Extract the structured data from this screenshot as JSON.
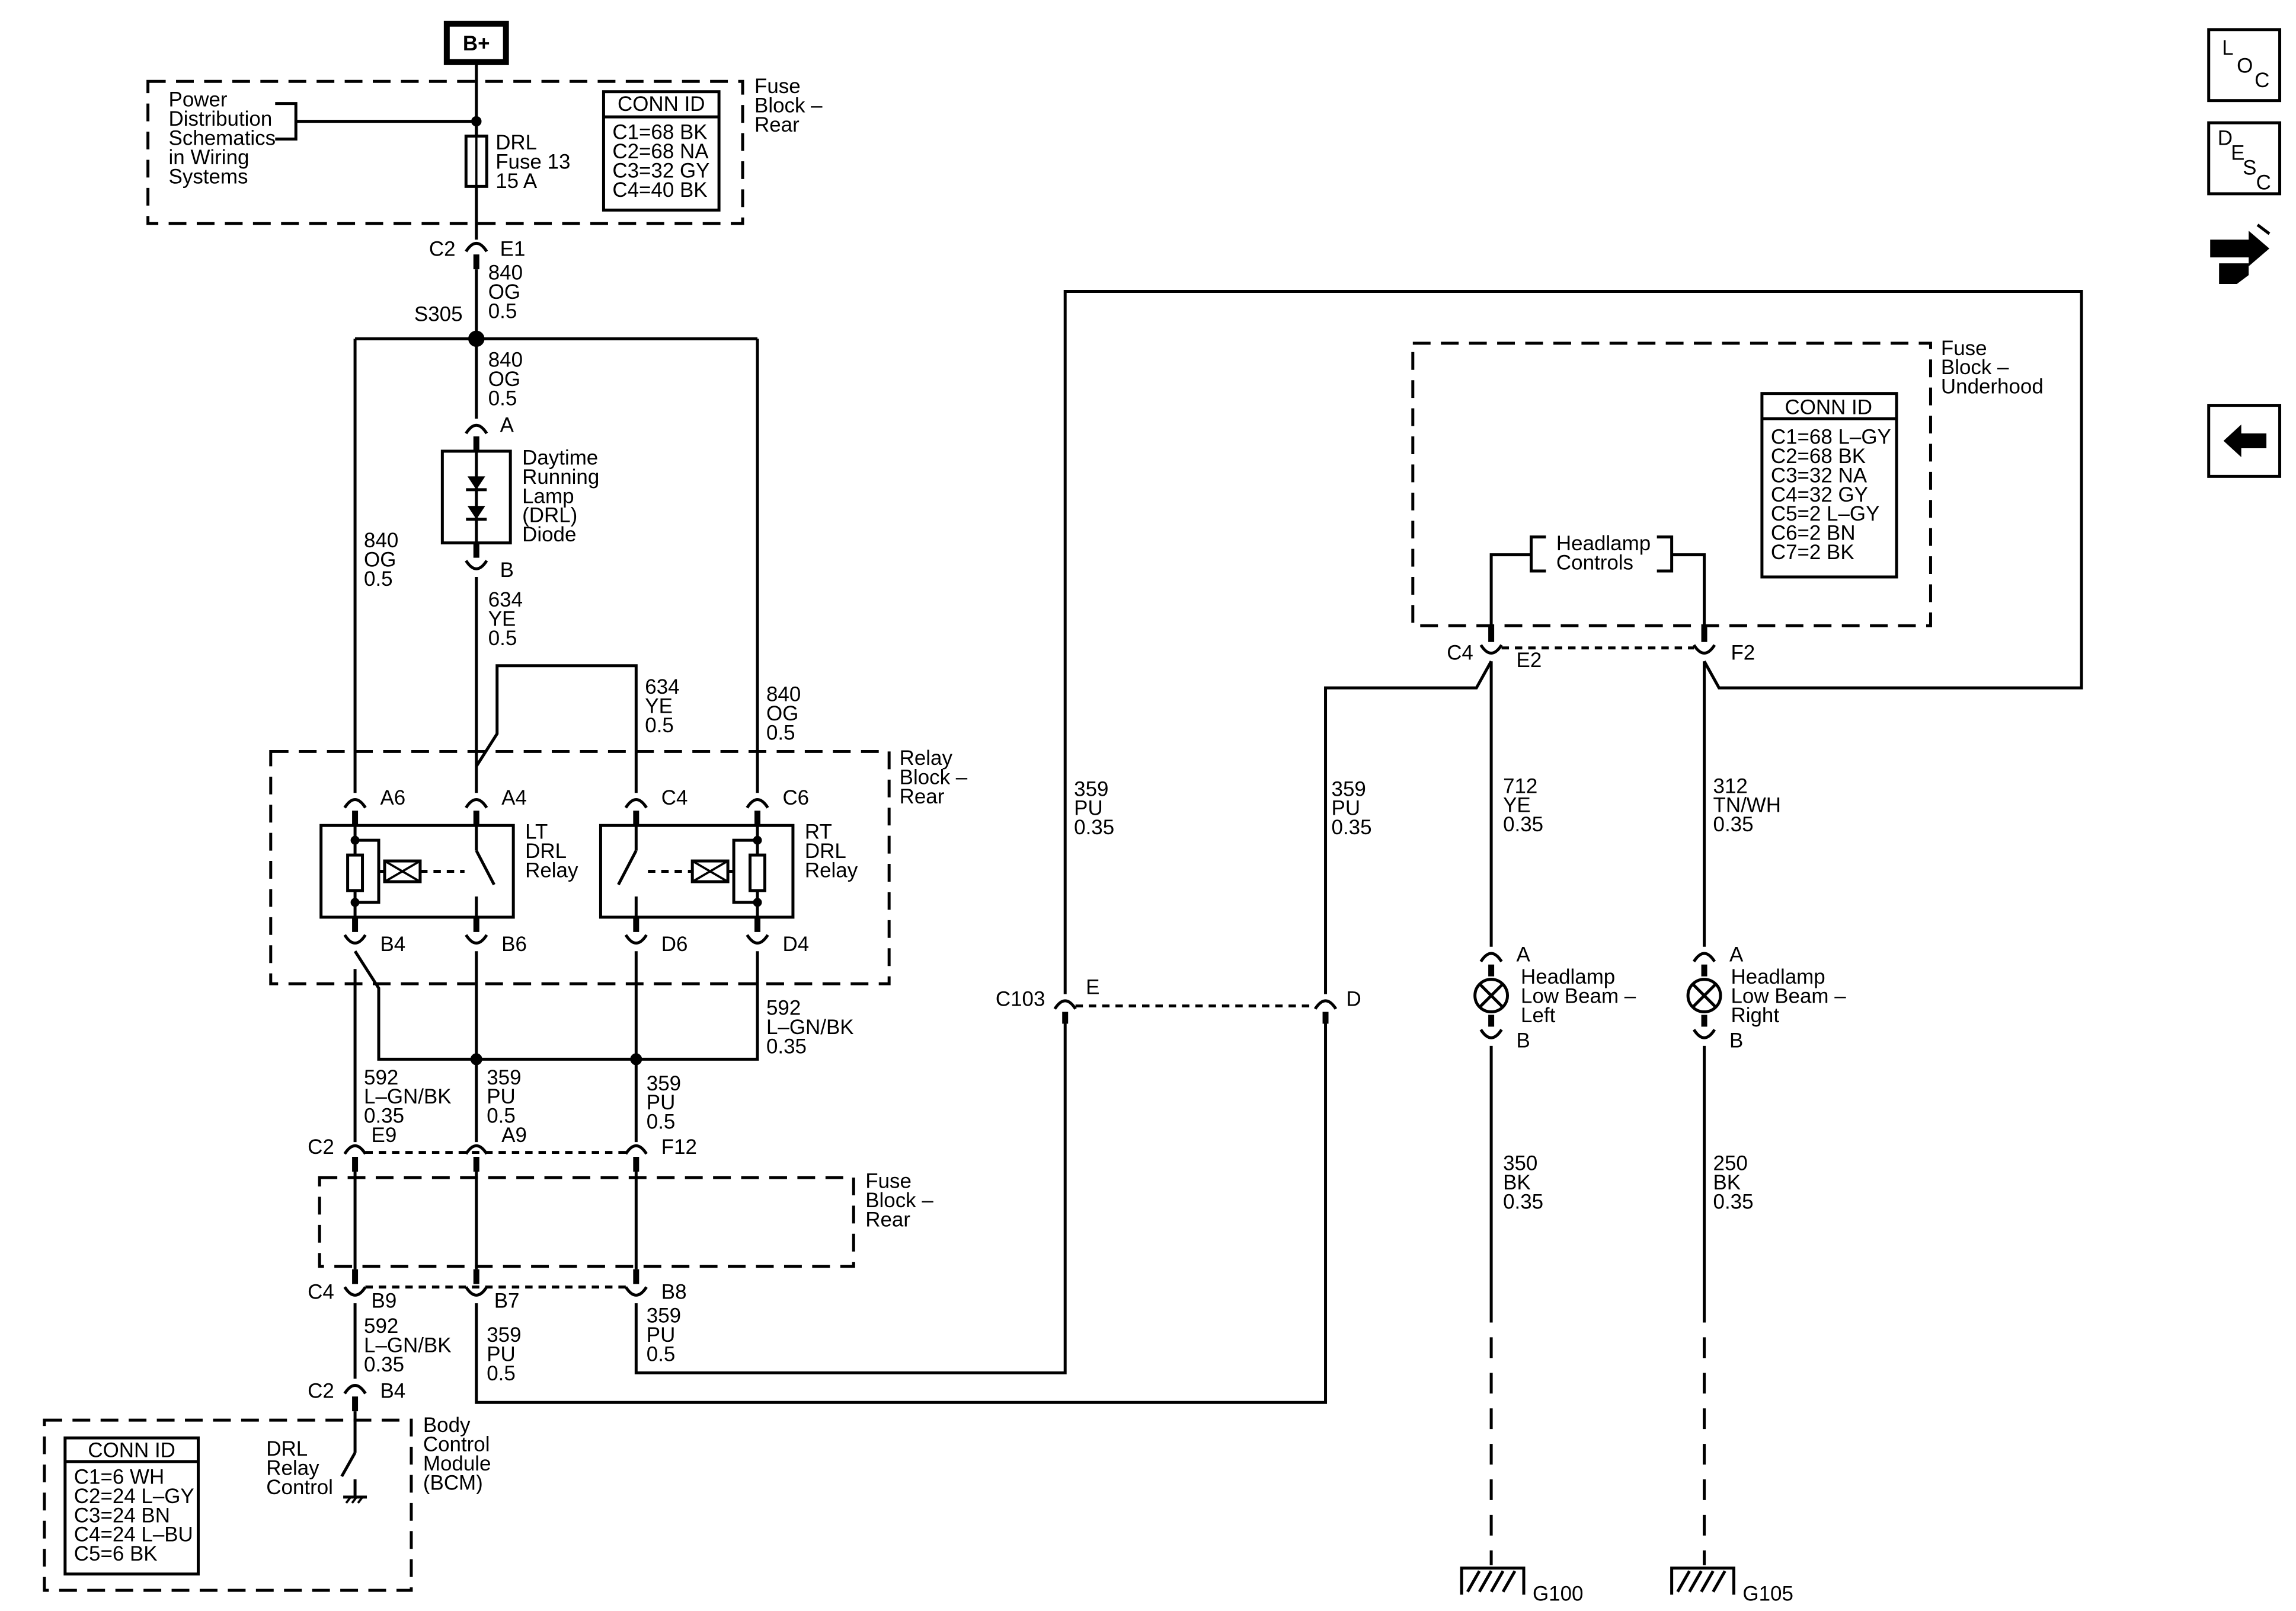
{
  "top": {
    "battery_label": "B+"
  },
  "fuse_block_rear_top": {
    "title_lines": [
      "Fuse",
      "Block –",
      "Rear"
    ],
    "power_dist_lines": [
      "Power",
      "Distribution",
      "Schematics",
      "in Wiring",
      "Systems"
    ],
    "fuse_lines": [
      "DRL",
      "Fuse 13",
      "15 A"
    ],
    "conn_header": "CONN ID",
    "conn_rows": [
      "C1=68 BK",
      "C2=68 NA",
      "C3=32 GY",
      "C4=40 BK"
    ]
  },
  "connectors": {
    "c2_e1": {
      "left": "C2",
      "right": "E1"
    },
    "drl_a": "A",
    "drl_b": "B",
    "a6": "A6",
    "a4": "A4",
    "c4": "C4",
    "c6": "C6",
    "b4": "B4",
    "b6": "B6",
    "d6": "D6",
    "d4": "D4",
    "c2_mid": "C2",
    "e9": "E9",
    "a9": "A9",
    "f12": "F12",
    "c4_low": "C4",
    "b9": "B9",
    "b7": "B7",
    "b8": "B8",
    "c2_bcm": "C2",
    "b4_bcm": "B4",
    "c103": "C103",
    "c103_e": "E",
    "c103_d": "D",
    "fbu_c4": "C4",
    "fbu_e2": "E2",
    "fbu_f2": "F2",
    "hl_left_a": "A",
    "hl_left_b": "B",
    "hl_right_a": "A",
    "hl_right_b": "B"
  },
  "splice": "S305",
  "wires": {
    "w840_top": [
      "840",
      "OG",
      "0.5"
    ],
    "w840_mid": [
      "840",
      "OG",
      "0.5"
    ],
    "w840_left": [
      "840",
      "OG",
      "0.5"
    ],
    "w840_right": [
      "840",
      "OG",
      "0.5"
    ],
    "w634_a": [
      "634",
      "YE",
      "0.5"
    ],
    "w634_b": [
      "634",
      "YE",
      "0.5"
    ],
    "w592_right": [
      "592",
      "L–GN/BK",
      "0.35"
    ],
    "w592_left": [
      "592",
      "L–GN/BK",
      "0.35"
    ],
    "w359_b6": [
      "359",
      "PU",
      "0.5"
    ],
    "w359_d6": [
      "359",
      "PU",
      "0.5"
    ],
    "w592_low": [
      "592",
      "L–GN/BK",
      "0.35"
    ],
    "w359_b7": [
      "359",
      "PU",
      "0.5"
    ],
    "w359_b8": [
      "359",
      "PU",
      "0.5"
    ],
    "w359_e": [
      "359",
      "PU",
      "0.35"
    ],
    "w359_d": [
      "359",
      "PU",
      "0.35"
    ],
    "w712": [
      "712",
      "YE",
      "0.35"
    ],
    "w312": [
      "312",
      "TN/WH",
      "0.35"
    ],
    "w350": [
      "350",
      "BK",
      "0.35"
    ],
    "w250": [
      "250",
      "BK",
      "0.35"
    ]
  },
  "drl_diode_lines": [
    "Daytime",
    "Running",
    "Lamp",
    "(DRL)",
    "Diode"
  ],
  "relay_block": {
    "title_lines": [
      "Relay",
      "Block –",
      "Rear"
    ],
    "lt_relay_lines": [
      "LT",
      "DRL",
      "Relay"
    ],
    "rt_relay_lines": [
      "RT",
      "DRL",
      "Relay"
    ]
  },
  "fuse_block_rear_mid": {
    "title_lines": [
      "Fuse",
      "Block –",
      "Rear"
    ]
  },
  "bcm": {
    "title_lines": [
      "Body",
      "Control",
      "Module",
      "(BCM)"
    ],
    "drl_ctrl_lines": [
      "DRL",
      "Relay",
      "Control"
    ],
    "conn_header": "CONN ID",
    "conn_rows": [
      "C1=6 WH",
      "C2=24 L–GY",
      "C3=24 BN",
      "C4=24 L–BU",
      "C5=6 BK"
    ]
  },
  "fuse_block_underhood": {
    "title_lines": [
      "Fuse",
      "Block –",
      "Underhood"
    ],
    "conn_header": "CONN ID",
    "conn_rows": [
      "C1=68 L–GY",
      "C2=68 BK",
      "C3=32 NA",
      "C4=32 GY",
      "C5=2 L–GY",
      "C6=2 BN",
      "C7=2 BK"
    ],
    "headlamp_ctrl_lines": [
      "Headlamp",
      "Controls"
    ]
  },
  "headlamps": {
    "left_lines": [
      "Headlamp",
      "Low Beam –",
      "Left"
    ],
    "right_lines": [
      "Headlamp",
      "Low Beam –",
      "Right"
    ]
  },
  "grounds": {
    "g100": "G100",
    "g105": "G105"
  },
  "nav": {
    "loc": [
      "L",
      "O",
      "C"
    ],
    "desc": [
      "D",
      "E",
      "S",
      "C"
    ]
  }
}
